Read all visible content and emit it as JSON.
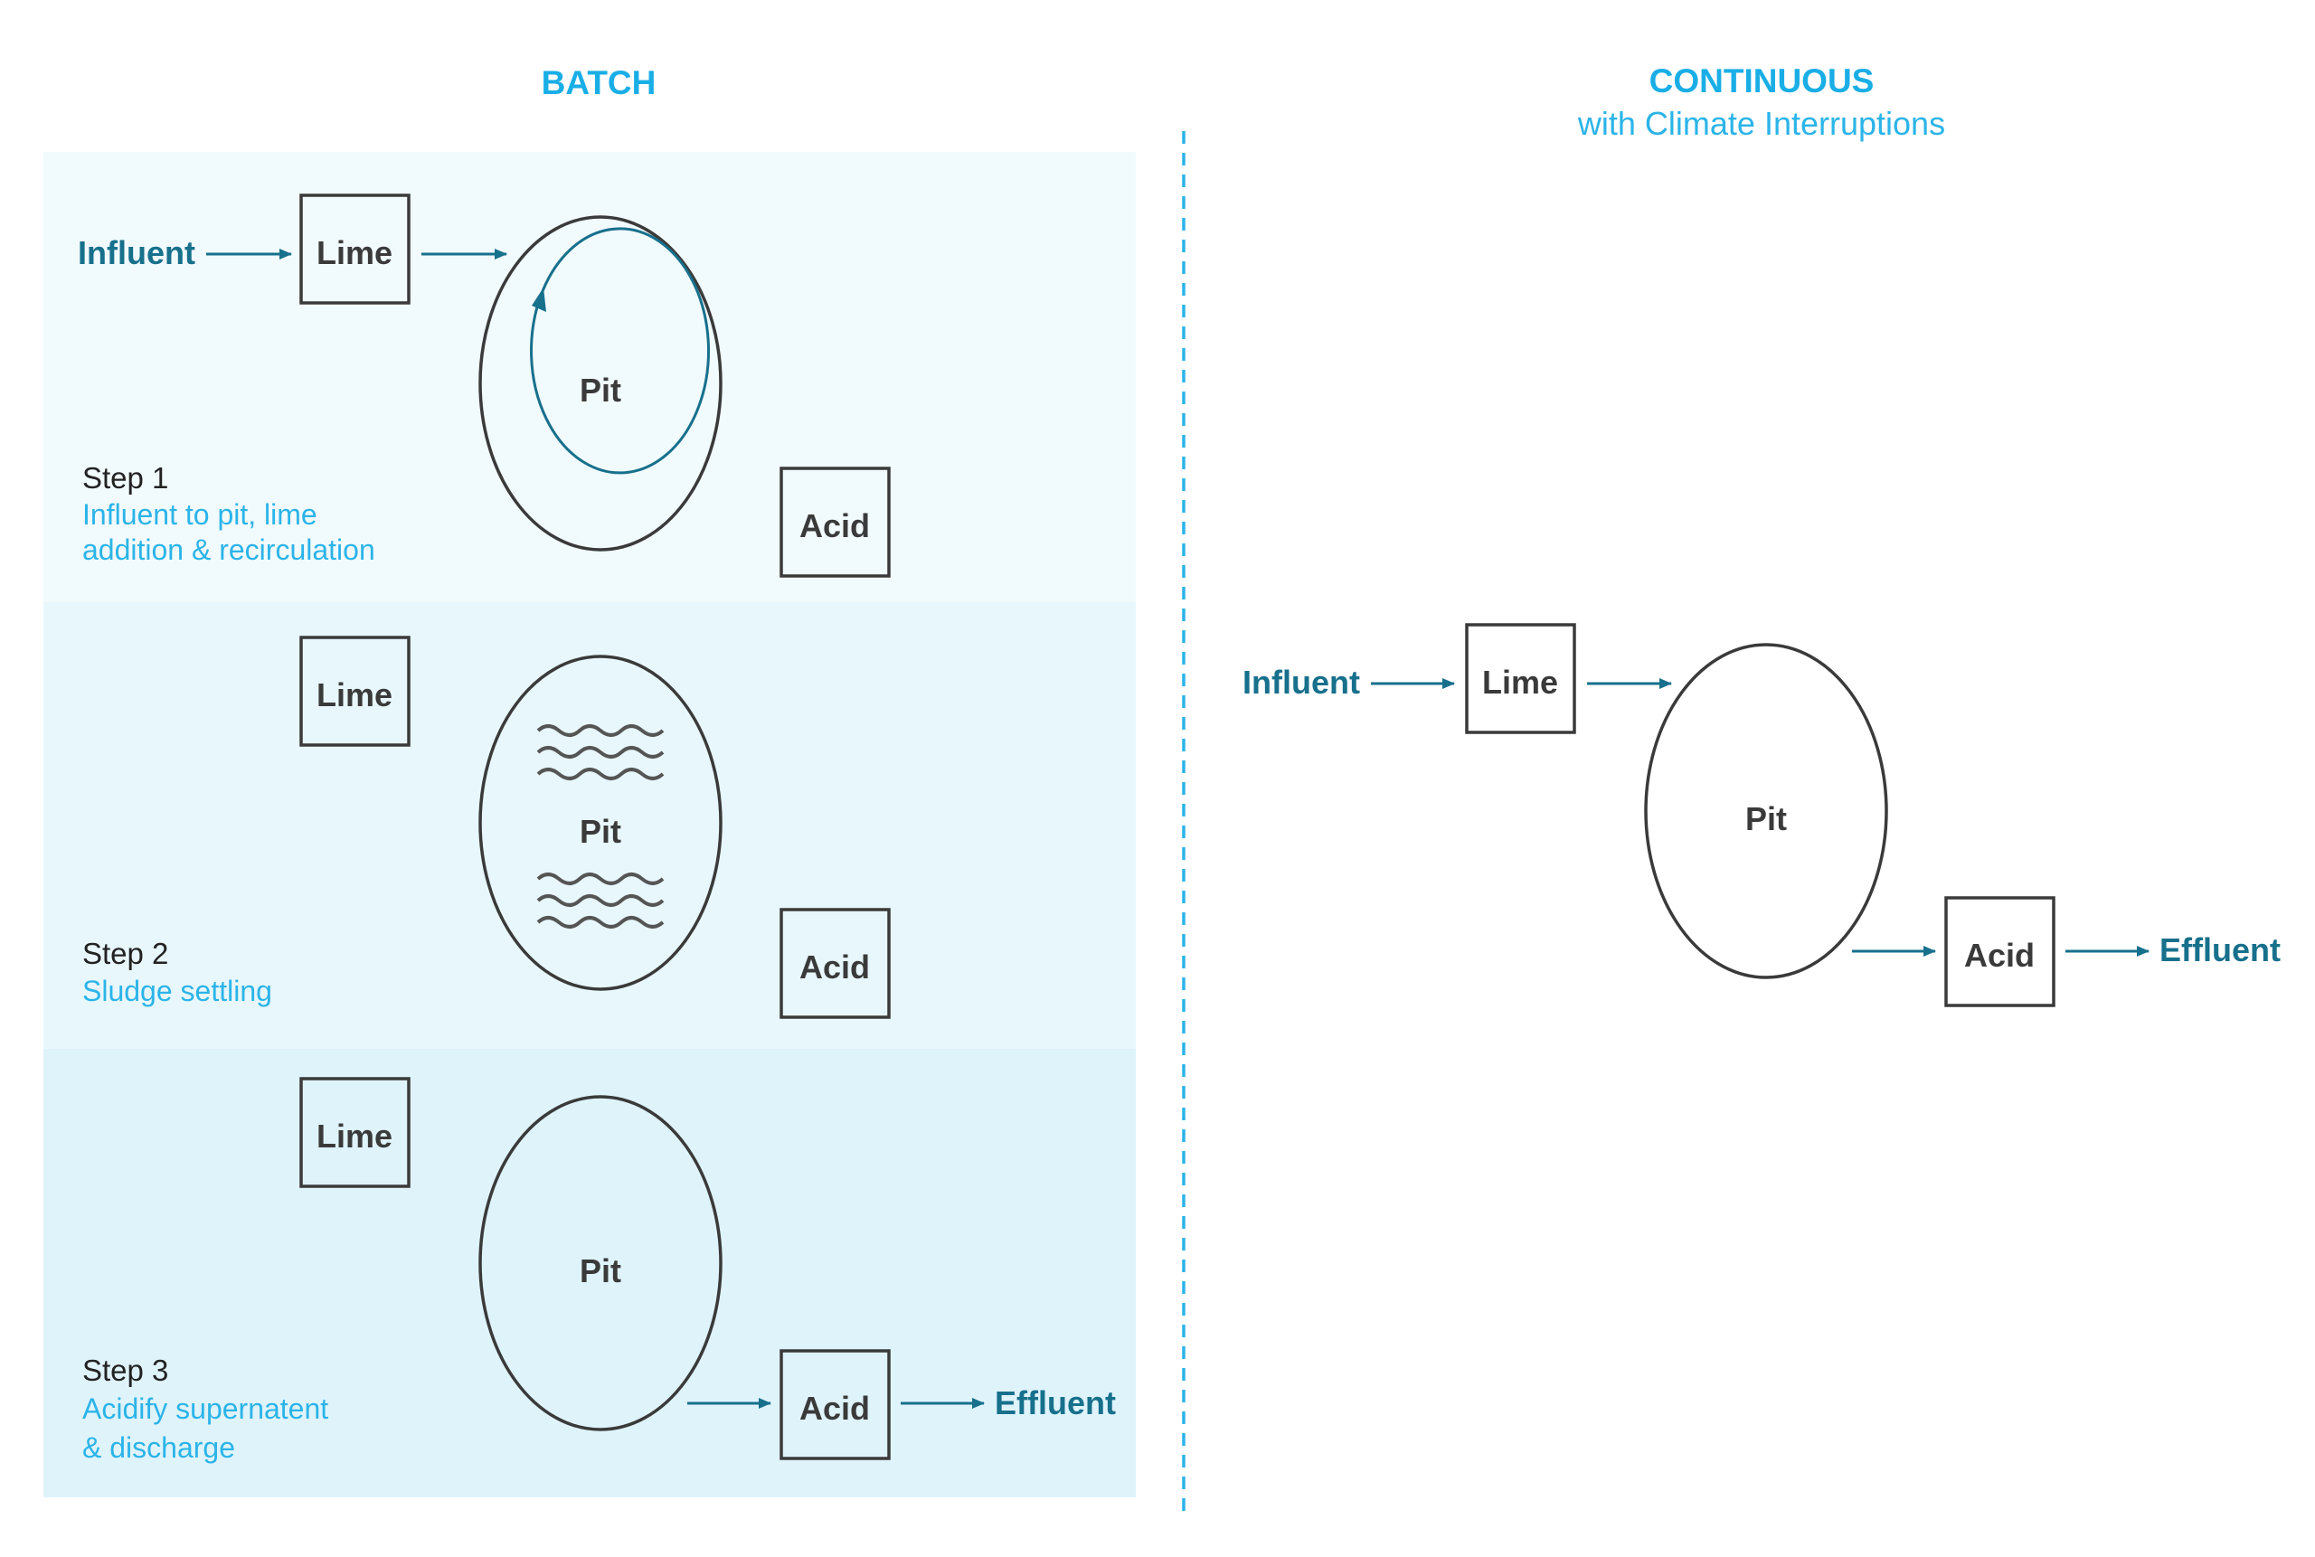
{
  "batch": {
    "title": "BATCH",
    "step1": {
      "influent_label": "Influent",
      "lime_label": "Lime",
      "pit_label": "Pit",
      "acid_label": "Acid",
      "step_title": "Step 1",
      "desc_line1": "Influent to pit, lime",
      "desc_line2": "addition & recirculation"
    },
    "step2": {
      "lime_label": "Lime",
      "pit_label": "Pit",
      "acid_label": "Acid",
      "step_title": "Step 2",
      "desc_line1": "Sludge settling"
    },
    "step3": {
      "lime_label": "Lime",
      "pit_label": "Pit",
      "acid_label": "Acid",
      "effluent_label": "Effluent",
      "step_title": "Step 3",
      "desc_line1": "Acidify supernatent",
      "desc_line2": "& discharge"
    }
  },
  "continuous": {
    "title": "CONTINUOUS",
    "subtitle": "with Climate Interruptions",
    "influent_label": "Influent",
    "lime_label": "Lime",
    "pit_label": "Pit",
    "acid_label": "Acid",
    "effluent_label": "Effluent"
  },
  "colors": {
    "accent": "#1aaee6",
    "flow": "#17708c",
    "step1_bg": "#f1fafd",
    "step2_bg": "#e8f7fc",
    "step3_bg": "#dff3fb",
    "divider": "#2bb4e8"
  }
}
